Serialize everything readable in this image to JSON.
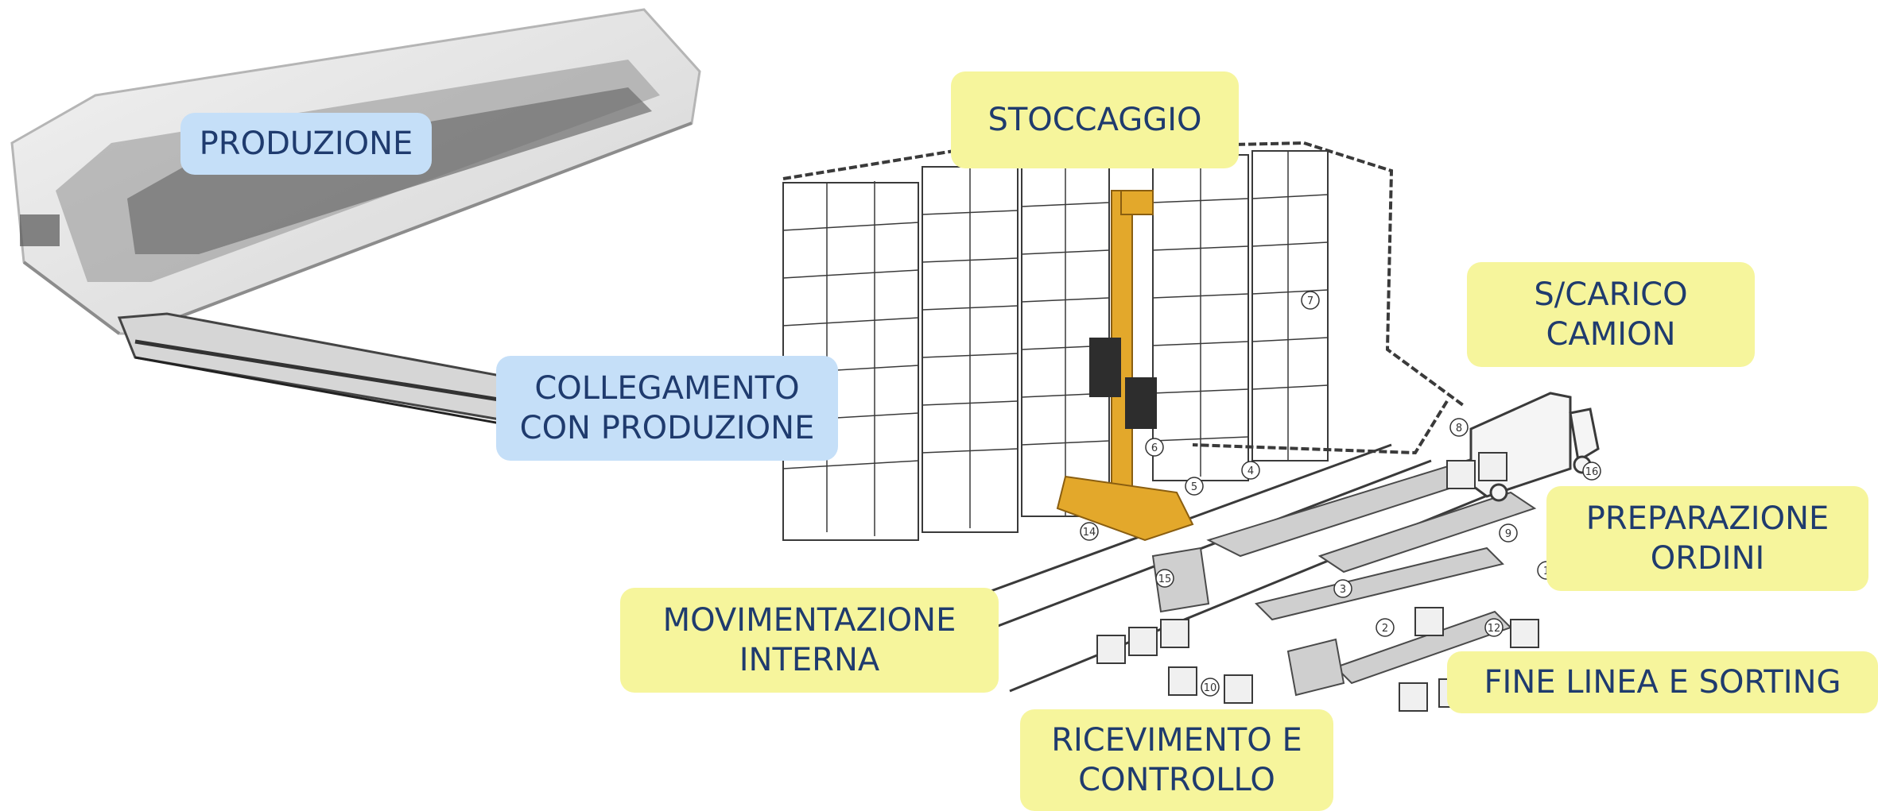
{
  "labels": {
    "produzione": "PRODUZIONE",
    "collegamento": "COLLEGAMENTO\nCON PRODUZIONE",
    "stoccaggio": "STOCCAGGIO",
    "scarico": "S/CARICO\nCAMION",
    "preparazione": "PREPARAZIONE\nORDINI",
    "movimentazione": "MOVIMENTAZIONE\nINTERNA",
    "fine_linea": "FINE LINEA E SORTING",
    "ricevimento": "RICEVIMENTO E\nCONTROLLO"
  },
  "markers": [
    "7",
    "8",
    "16",
    "4",
    "5",
    "6",
    "14",
    "15",
    "9",
    "3",
    "2",
    "10",
    "12",
    "1"
  ],
  "colors": {
    "yellow_label": "#f6f59c",
    "blue_label": "#c5dff8",
    "label_text": "#1f3b6e",
    "crane": "#e3a82b",
    "rack": "#3a3a3a"
  }
}
